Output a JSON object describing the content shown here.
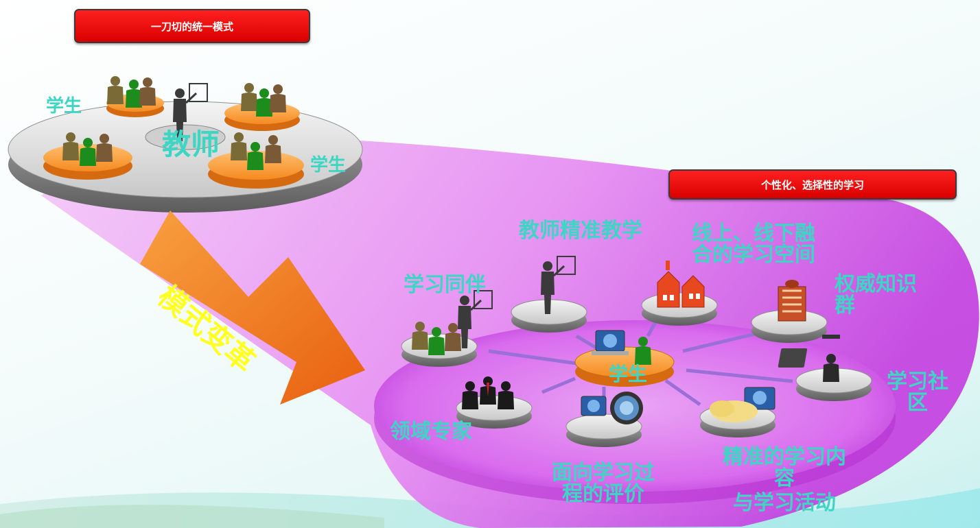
{
  "headers": {
    "uniform_mode": "一刀切的统一模式",
    "personalized": "个性化、选择性的学习"
  },
  "arrow_label": "模式变革",
  "top_platform": {
    "student_left": "学生",
    "student_right": "学生",
    "teacher": "教师"
  },
  "bottom_platform": {
    "teacher_precise": "教师精准教学",
    "online_offline_1": "线上、线下融",
    "online_offline_2": "合的学习空间",
    "peers": "学习同伴",
    "authority_1": "权威知识",
    "authority_2": "群",
    "center_student": "学生",
    "community_1": "学习社",
    "community_2": "区",
    "experts": "领域专家",
    "evaluation_1": "面向学习过",
    "evaluation_2": "程的评价",
    "content_1": "精准的学习内",
    "content_2": "容",
    "content_3": "与学习活动"
  },
  "colors": {
    "header_red": "#e60000",
    "label_teal": "#3dd6c4",
    "arrow_orange": "#f07820",
    "arrow_text": "#ffff22",
    "magenta": "#d44ae8"
  }
}
